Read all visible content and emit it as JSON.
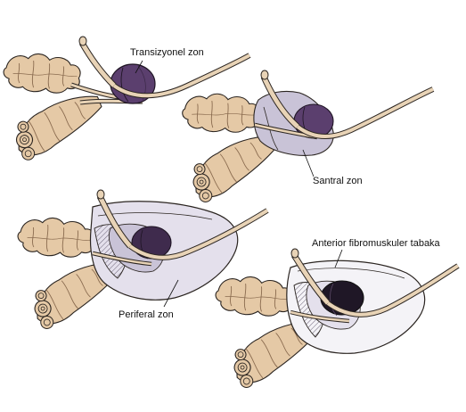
{
  "labels": {
    "transitional_zone": "Transizyonel zon",
    "central_zone": "Santral zon",
    "peripheral_zone": "Periferal zon",
    "anterior_fibromuscular_stroma": "Anterior fibromuskuler tabaka"
  },
  "colors": {
    "background": "#ffffff",
    "outline": "#2b2521",
    "gland_tissue": "#e5c9a6",
    "gland_shadow": "#c9a882",
    "transitional_zone_fill": "#5b3f6e",
    "central_zone_fill": "#c9c3d7",
    "peripheral_zone_fill": "#e4e0ec",
    "anterior_stroma_fill": "#f4f3f7",
    "urethra_duct": "#e8d3b6"
  },
  "panels": [
    {
      "id": "panel-1",
      "zone": "transitional_zone"
    },
    {
      "id": "panel-2",
      "zone": "central_zone"
    },
    {
      "id": "panel-3",
      "zone": "peripheral_zone"
    },
    {
      "id": "panel-4",
      "zone": "anterior_fibromuscular_stroma"
    }
  ]
}
